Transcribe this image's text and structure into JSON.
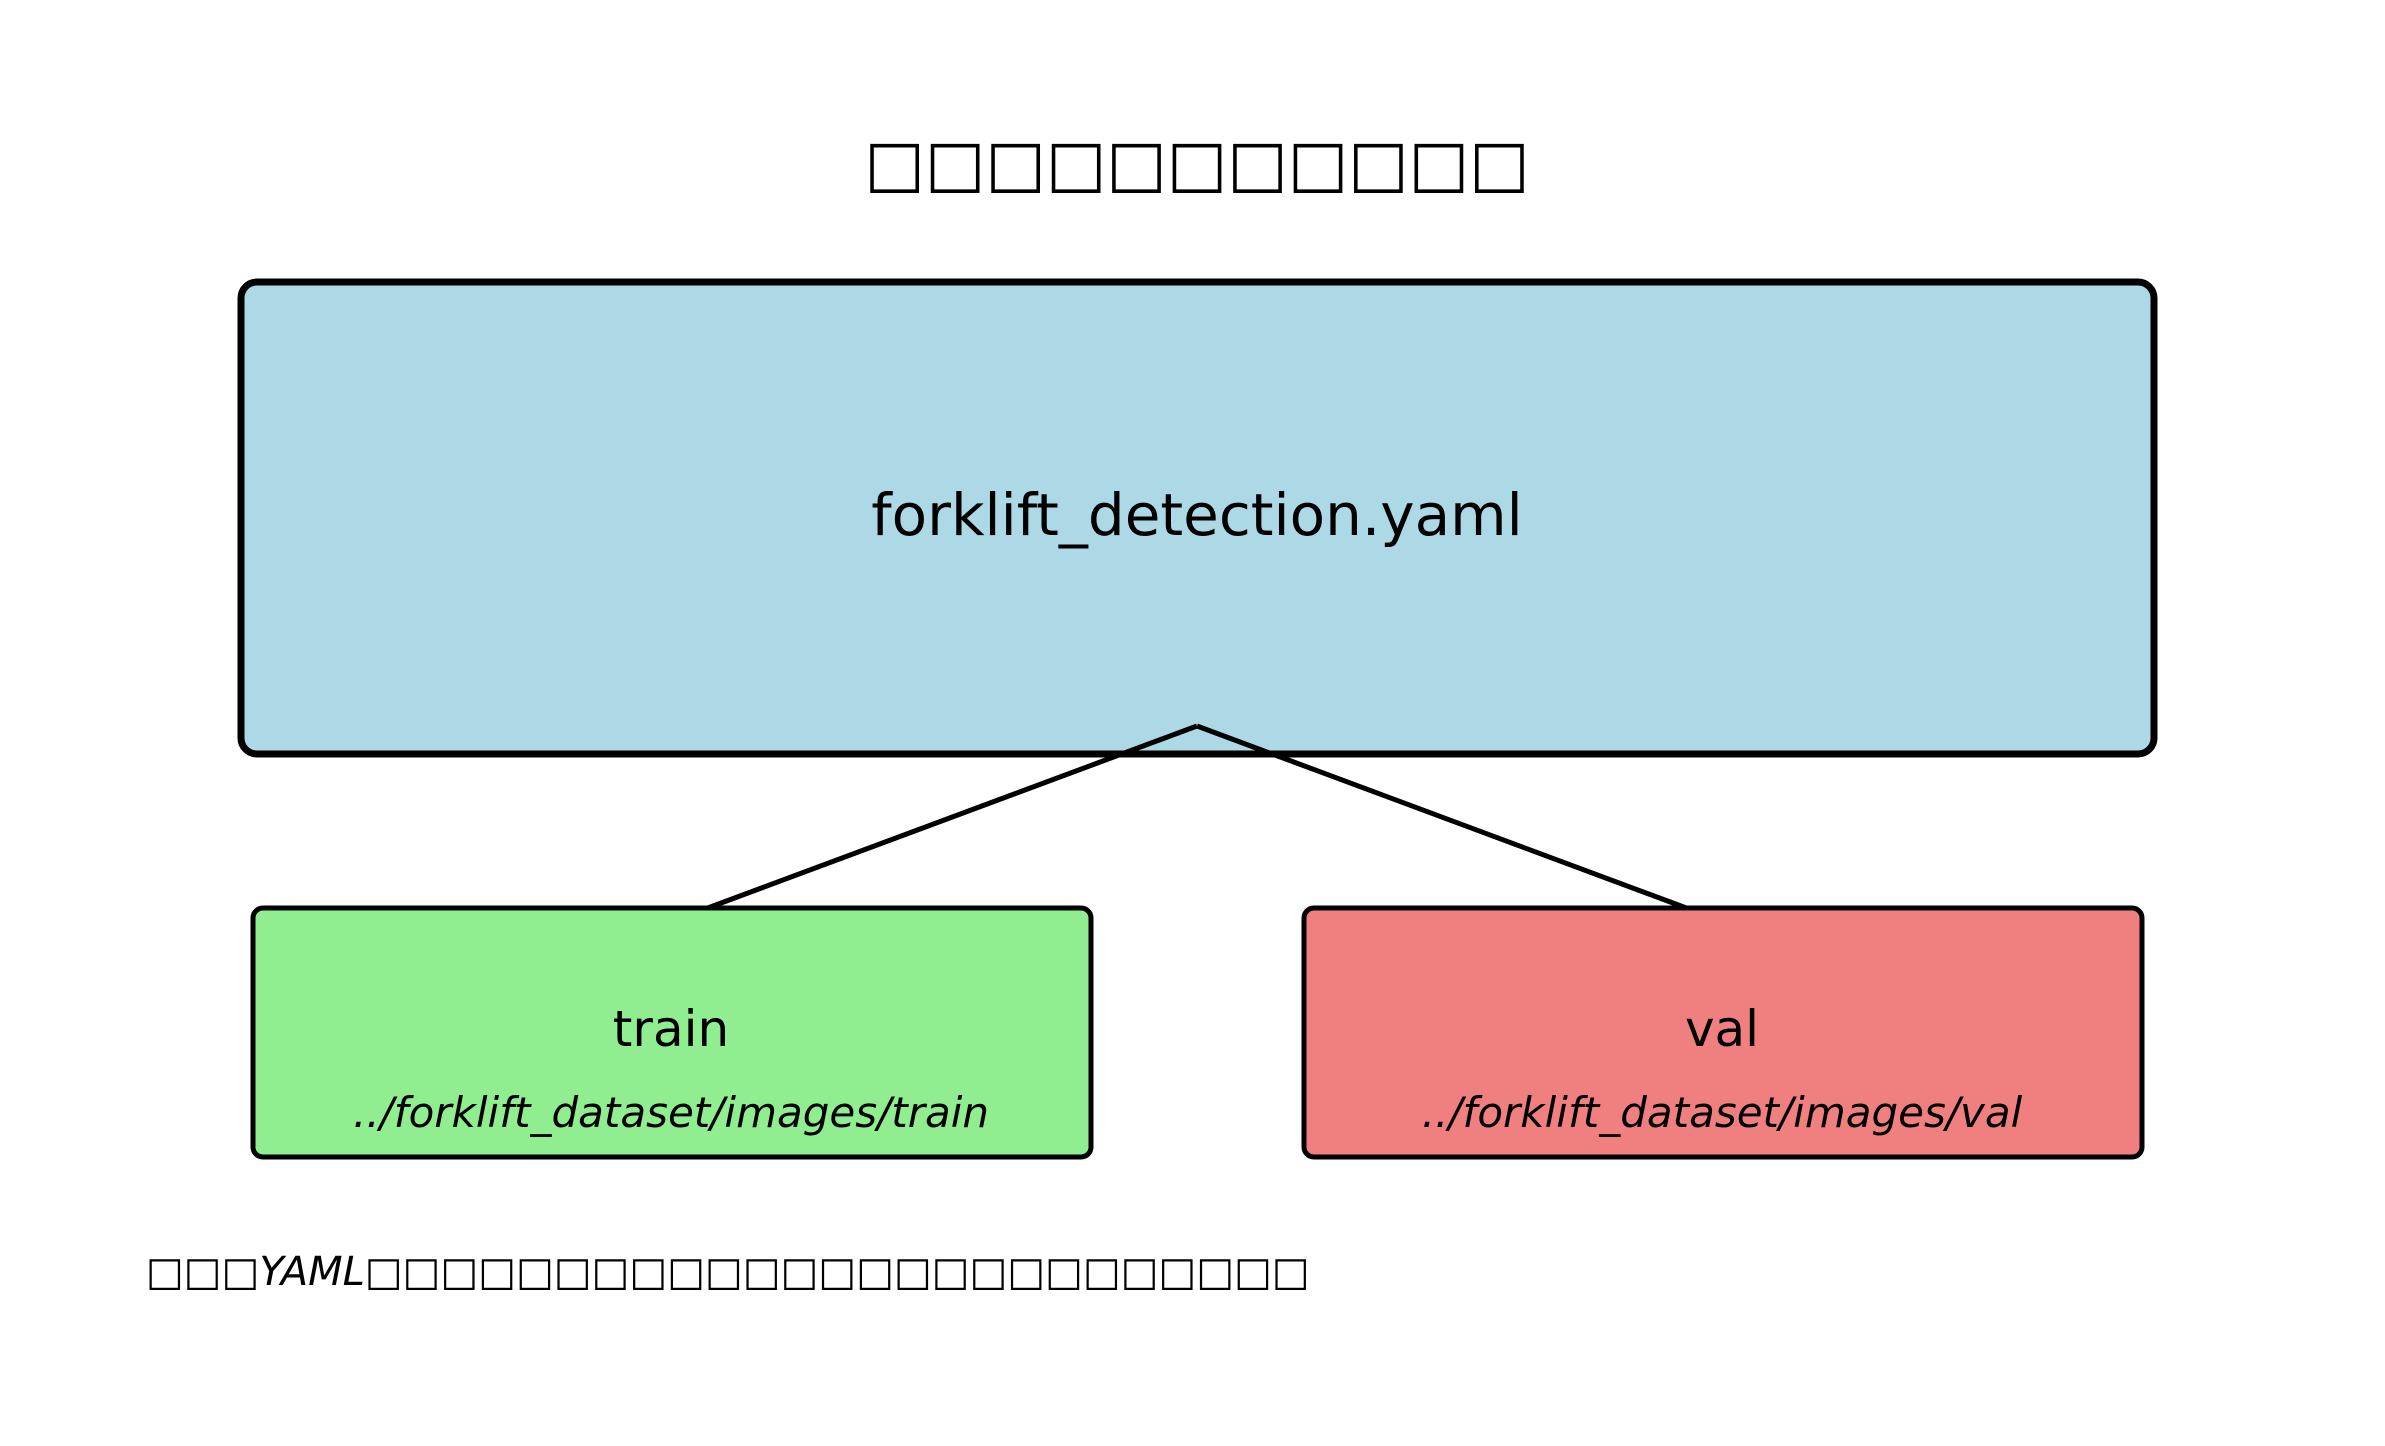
{
  "diagram": {
    "title": "□□□□□□□□□□□",
    "root": {
      "label": "forklift_detection.yaml",
      "fill": "#add8e6"
    },
    "children": [
      {
        "label": "train",
        "path": "../forklift_dataset/images/train",
        "fill": "#90ee90"
      },
      {
        "label": "val",
        "path": "../forklift_dataset/images/val",
        "fill": "#f08080"
      }
    ],
    "note": {
      "prefix": "□□□",
      "emphasis": "YAML",
      "suffix": "□□□□□□□□□□□□□□□□□□□□□□□□□"
    },
    "stroke_color": "#000000"
  }
}
